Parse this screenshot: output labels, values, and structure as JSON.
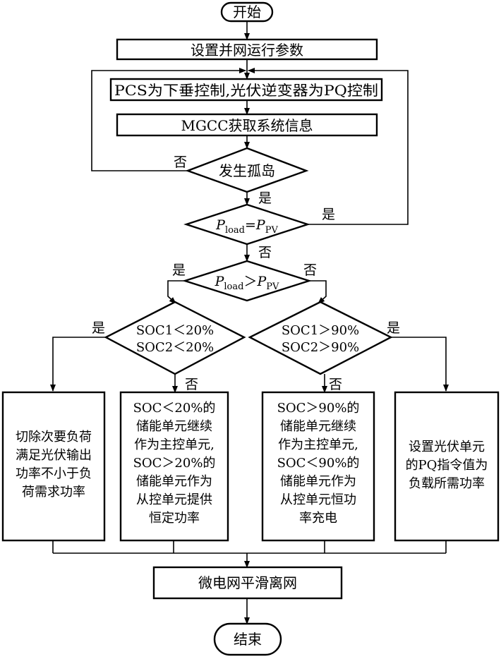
{
  "start_label": "开始",
  "end_label": "结束",
  "steps": {
    "set_params": "设置并网运行参数",
    "pcs_control": "PCS为下垂控制,光伏逆变器为PQ控制",
    "mgcc_info": "MGCC获取系统信息",
    "smooth_offgrid": "微电网平滑离网"
  },
  "decisions": {
    "islanding": "发生孤岛",
    "pload_eq": {
      "p1": "P",
      "s1": "load",
      "op": "=",
      "p2": "P",
      "s2": "PV"
    },
    "pload_gt": {
      "p1": "P",
      "s1": "load",
      "op": "＞",
      "p2": "P",
      "s2": "PV"
    },
    "soc_low": [
      "SOC1＜20%",
      "SOC2＜20%"
    ],
    "soc_high": [
      "SOC1＞90%",
      "SOC2＞90%"
    ]
  },
  "actions": {
    "shed_load": [
      "切除次要负荷",
      "满足光伏输出",
      "功率不小于负",
      "荷需求功率"
    ],
    "low_soc_master": [
      "SOC＜20%的",
      "储能单元继续",
      "作为主控单元,",
      "SOC＞20%的",
      "储能单元作为",
      "从控单元提供",
      "恒定功率"
    ],
    "high_soc_master": [
      "SOC＞90%的",
      "储能单元继续",
      "作为主控单元,",
      "SOC＜90%的",
      "储能单元作为",
      "从控单元恒功",
      "率充电"
    ],
    "set_pq": [
      "设置光伏单元",
      "的PQ指令值为",
      "负载所需功率"
    ]
  },
  "branch_labels": {
    "yes": "是",
    "no": "否"
  }
}
